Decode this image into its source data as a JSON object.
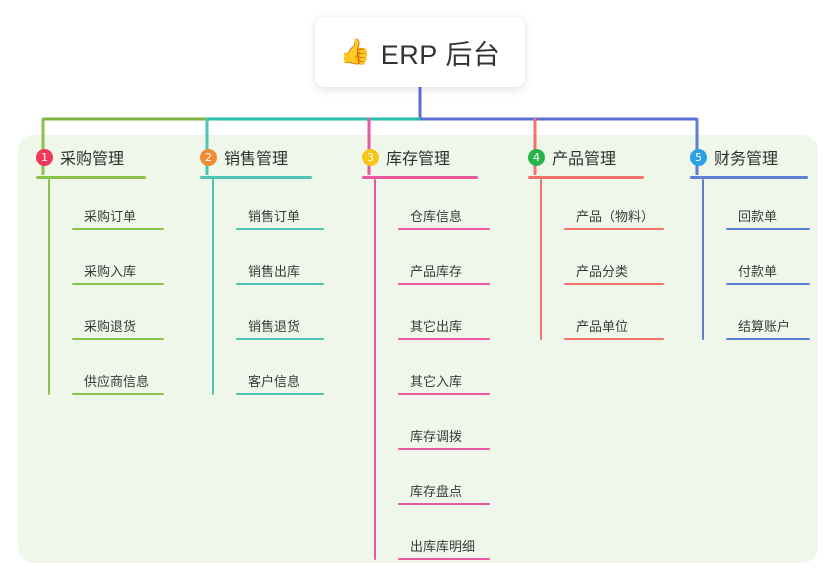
{
  "root": {
    "icon": "thumbs-up-icon",
    "glyph": "👍",
    "title": "ERP 后台"
  },
  "theme": {
    "panel_bg": "#eef7e9",
    "page_bg": "#ffffff",
    "trunk_left": "#7cb342",
    "trunk_mid": "#26bfa5",
    "trunk_right": "#5b6ed6",
    "text": "#3a3a3a"
  },
  "columns": [
    {
      "number": "1",
      "title": "采购管理",
      "badge_color": "#f2385a",
      "line_color": "#8bc34a",
      "items": [
        "采购订单",
        "采购入库",
        "采购退货",
        "供应商信息"
      ]
    },
    {
      "number": "2",
      "title": "销售管理",
      "badge_color": "#f08b33",
      "line_color": "#4dc4b4",
      "items": [
        "销售订单",
        "销售出库",
        "销售退货",
        "客户信息"
      ]
    },
    {
      "number": "3",
      "title": "库存管理",
      "badge_color": "#f5c518",
      "line_color": "#e9589e",
      "items": [
        "仓库信息",
        "产品库存",
        "其它出库",
        "其它入库",
        "库存调拨",
        "库存盘点",
        "出库库明细"
      ]
    },
    {
      "number": "4",
      "title": "产品管理",
      "badge_color": "#28b44a",
      "line_color": "#f4726b",
      "items": [
        "产品（物料）",
        "产品分类",
        "产品单位"
      ]
    },
    {
      "number": "5",
      "title": "财务管理",
      "badge_color": "#29a0e8",
      "line_color": "#5b7fd4",
      "items": [
        "回款单",
        "付款单",
        "结算账户"
      ]
    }
  ]
}
